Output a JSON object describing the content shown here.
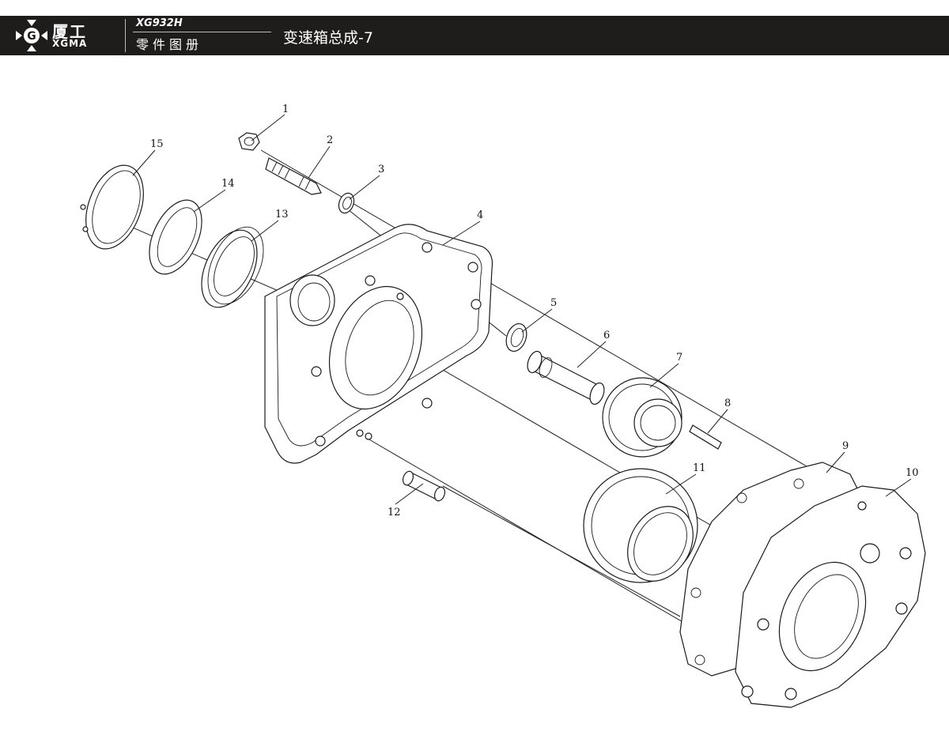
{
  "header": {
    "brand_cn": "厦工",
    "brand_en": "XGMA",
    "model_code": "XG932H",
    "catalog_title": "零件图册",
    "page_title": "变速箱总成-7",
    "logo_letter": "G"
  },
  "diagram": {
    "callouts": [
      "1",
      "2",
      "3",
      "4",
      "5",
      "6",
      "7",
      "8",
      "9",
      "10",
      "11",
      "12",
      "13",
      "14",
      "15"
    ]
  },
  "colors": {
    "header_bg": "#1f1c1c",
    "line": "#1a1a1a",
    "paper": "#ffffff"
  },
  "icons": [
    "xgma-logo-icon"
  ]
}
